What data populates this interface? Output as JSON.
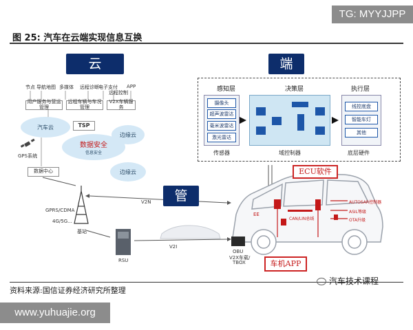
{
  "watermark_tg": "TG: MYYJJPP",
  "figure_title": "图 25: 汽车在云端实现信息互换",
  "source_note": "资料来源:国信证券经济研究所整理",
  "wechat_label": "汽车技术课程",
  "site_watermark": "www.yuhuajie.org",
  "cloud": {
    "header": "云",
    "top_labels": [
      "节点",
      "导航地图",
      "多媒体",
      "远程诊断",
      "电子支付",
      "远程控制",
      "APP"
    ],
    "service_boxes": [
      "用户服务与营运管理",
      "远程车辆与车况管理",
      "V2X车辆服务"
    ],
    "cloud_car": "汽车云",
    "tsp": "TSP",
    "cloud_data_security": "数据安全",
    "cloud_security_sub": "信息安全",
    "edge_cloud_1": "边缘云",
    "edge_cloud_2": "边缘云",
    "gps": "GPS系统",
    "data_center": "数据中心"
  },
  "pipe": {
    "header": "管",
    "network": "GPRS/CDMA",
    "network_sub": "4G/5G...",
    "base_station": "基站",
    "v2n": "V2N",
    "v2i": "V2I",
    "rsu": "RSU",
    "obu": "OBU",
    "obu_sub1": "V2X车载/",
    "obu_sub2": "TBOX"
  },
  "end": {
    "header": "端",
    "perception_title": "感知层",
    "decision_title": "决策层",
    "execution_title": "执行层",
    "perception_items": [
      "摄像头",
      "超声波雷达",
      "毫米波雷达",
      "激光雷达"
    ],
    "perception_footer": "传感器",
    "decision_footer": "域控制器",
    "execution_items": [
      "线控底盘",
      "智能车灯",
      "其他"
    ],
    "execution_footer": "底层硬件",
    "ecu_label": "ECU软件",
    "app_label": "车机APP",
    "autosar": "AUTOSAR控制器",
    "asil": "ASIL等级",
    "ota": "OTA升级",
    "can": "CAN/LIN总线",
    "ee": "EE"
  }
}
